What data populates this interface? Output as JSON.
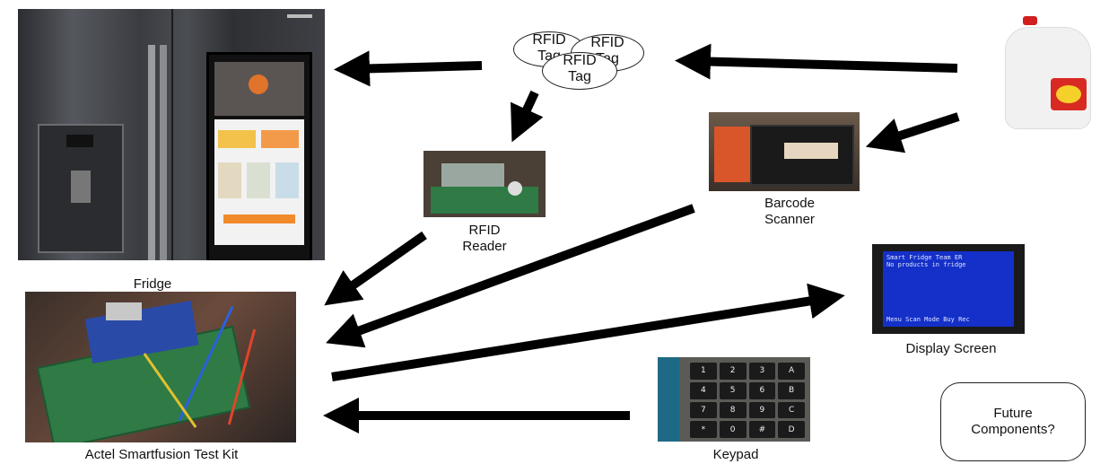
{
  "components": {
    "fridge": "Fridge",
    "rfid_reader": "RFID\nReader",
    "barcode_scanner": "Barcode\nScanner",
    "display_screen": "Display Screen",
    "test_kit": "Actel Smartfusion Test Kit",
    "keypad": "Keypad",
    "future": "Future\nComponents?"
  },
  "rfid_tags": {
    "tag1": "RFID\nTag",
    "tag2": "RFID\nTag",
    "tag3": "RFID\nTag"
  },
  "display_text": {
    "line1": "Smart Fridge   Team ER",
    "line2": "No products in fridge",
    "footer": "Menu  Scan  Mode  Buy  Rec"
  },
  "keypad_keys": [
    "1",
    "2",
    "3",
    "A",
    "4",
    "5",
    "6",
    "B",
    "7",
    "8",
    "9",
    "C",
    "*",
    "0",
    "#",
    "D"
  ],
  "colors": {
    "fridge_steel": "#3b3d42",
    "board_green": "#2f7a45",
    "screen_blue": "#1430c8",
    "scanner_orange": "#d9552a",
    "arrow": "#000000"
  }
}
